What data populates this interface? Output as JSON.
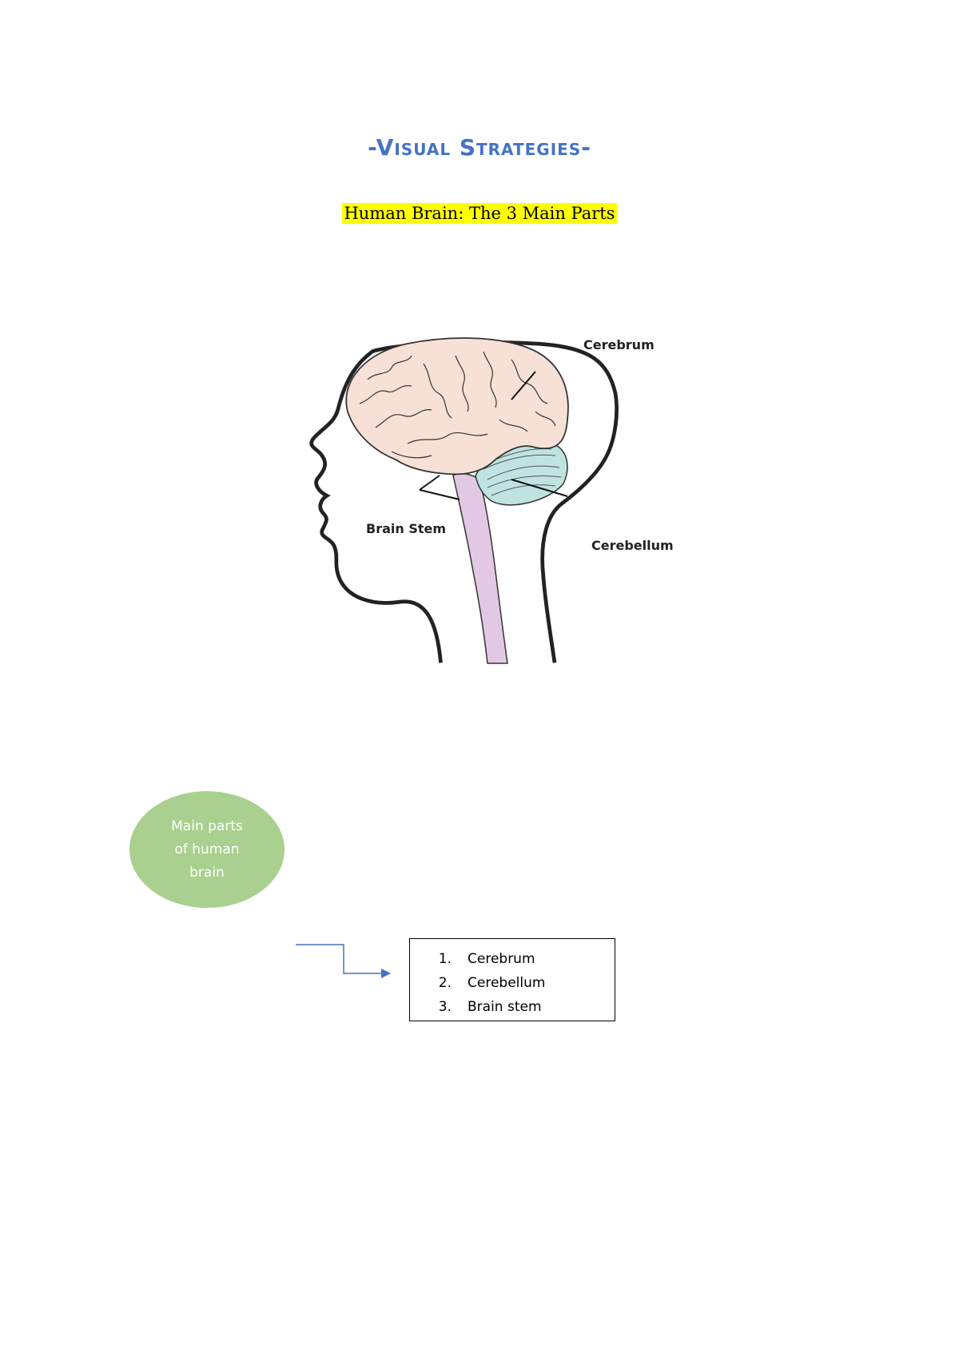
{
  "title": "-Visual Strategies-",
  "subtitle": "Human Brain: The 3 Main Parts",
  "diagram": {
    "labels": {
      "cerebrum": "Cerebrum",
      "brain_stem": "Brain Stem",
      "cerebellum": "Cerebellum"
    },
    "colors": {
      "cerebrum": "#f7e1d7",
      "cerebellum": "#bfe3e0",
      "brain_stem": "#e2c8e4",
      "outline": "#222222"
    }
  },
  "concept": {
    "oval_text": "Main parts of human brain",
    "oval_color": "#a9d08e",
    "arrow_color": "#4472c4",
    "items": [
      {
        "num": "1.",
        "label": "Cerebrum"
      },
      {
        "num": "2.",
        "label": "Cerebellum"
      },
      {
        "num": "3.",
        "label": "Brain stem"
      }
    ]
  }
}
